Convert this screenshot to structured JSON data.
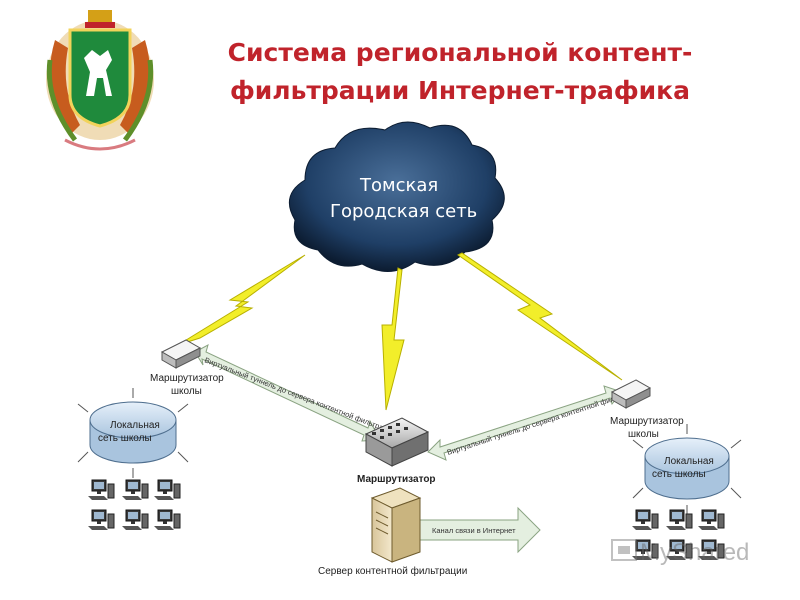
{
  "title": {
    "line1": "Система региональной контент-",
    "line2": "фильтрации Интернет-трафика"
  },
  "cloud": {
    "line1": "Томская",
    "line2": "Городская сеть"
  },
  "left_router": {
    "line1": "Маршрутизатор",
    "line2": "школы"
  },
  "right_router": {
    "line1": "Маршрутизатор",
    "line2": "школы"
  },
  "left_lan": {
    "line1": "Локальная",
    "line2": "сеть школы"
  },
  "right_lan": {
    "line1": "Локальная",
    "line2": "сеть школы"
  },
  "central_router": {
    "label": "Маршрутизатор"
  },
  "tunnel_left": {
    "label": "Виртуальный туннель до сервера контентной фильтрации"
  },
  "tunnel_right": {
    "label": "Виртуальный туннель до сервера контентной фильтрации"
  },
  "channel": {
    "label": "Канал связи в Интернет"
  },
  "server": {
    "label": "Сервер контентной фильтрации"
  },
  "watermark": {
    "text": "MyShared"
  },
  "colors": {
    "title": "#c0232b",
    "cloud": "#1f3f66",
    "lightning": "#f2ee2a",
    "arrow_fill": "#e4efe0",
    "lan_disk": "#cfe0f2",
    "emblem_green": "#1f8a3c"
  }
}
